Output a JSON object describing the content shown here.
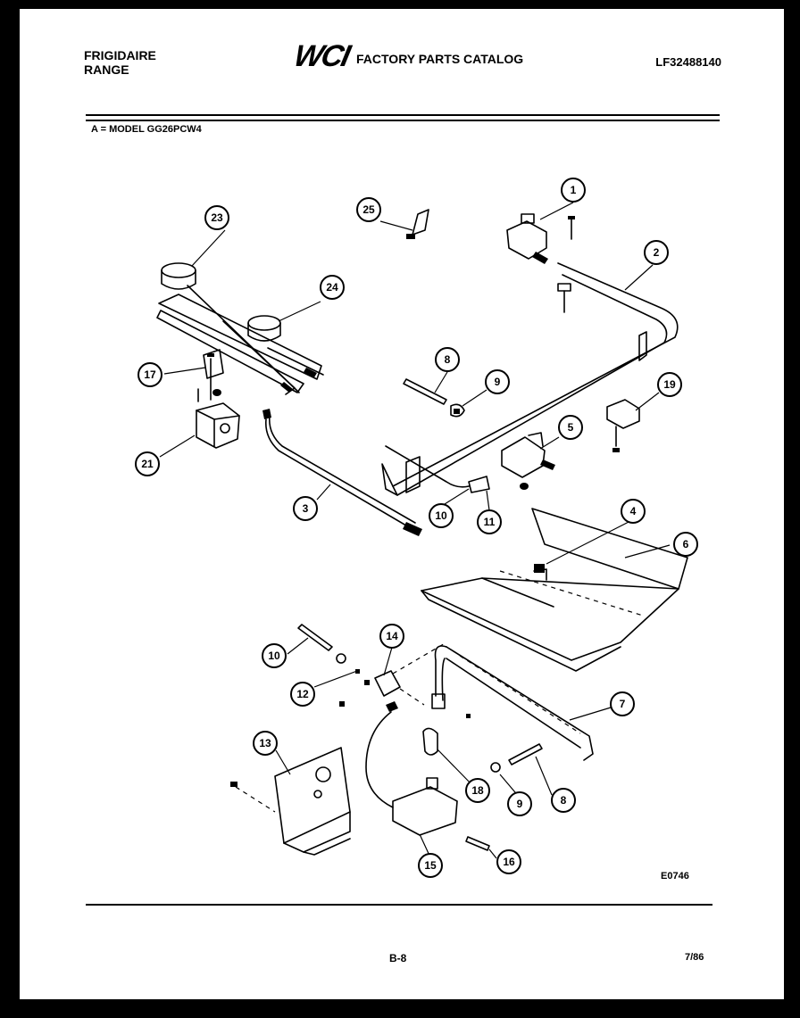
{
  "header": {
    "brand_line1": "FRIGIDAIRE",
    "brand_line2": "RANGE",
    "logo_text": "WCI",
    "catalog_title": "FACTORY PARTS CATALOG",
    "catalog_number": "LF32488140"
  },
  "model_line": "A = MODEL GG26PCW4",
  "callouts": [
    "1",
    "2",
    "3",
    "4",
    "5",
    "6",
    "7",
    "8",
    "9",
    "10",
    "11",
    "12",
    "13",
    "14",
    "15",
    "16",
    "17",
    "18",
    "19",
    "21",
    "23",
    "24",
    "25",
    "8",
    "9",
    "10"
  ],
  "drawing_code": "E0746",
  "footer": {
    "page_number": "B-8",
    "revision_date": "7/86"
  }
}
